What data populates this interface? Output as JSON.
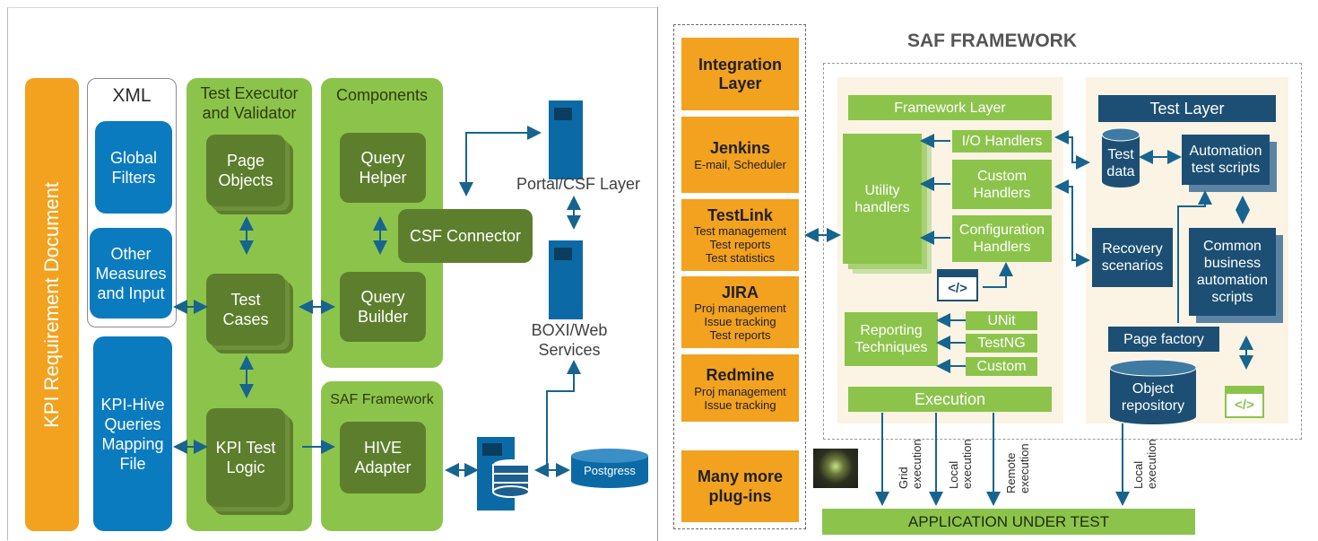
{
  "colors": {
    "blue": "#0b7bbf",
    "light_green": "#8cc44b",
    "dark_green": "#5d7f2d",
    "navy": "#1c4f73",
    "orange": "#f2a21f",
    "cream": "#fbf3e4",
    "arrow": "#17648f"
  },
  "left": {
    "kpi_doc": "KPI Requirement Document",
    "xml_title": "XML",
    "global_filters": "Global Filters",
    "other_measures": "Other Measures and Input",
    "kpi_hive": "KPI-Hive Queries Mapping File",
    "test_exec_title": "Test Executor and Validator",
    "page_objects": "Page Objects",
    "test_cases": "Test Cases",
    "kpi_test_logic": "KPI Test Logic",
    "components_title": "Components",
    "query_helper": "Query Helper",
    "query_builder": "Query Builder",
    "csf_connector": "CSF Connector",
    "saf_framework_title": "SAF Framework",
    "hive_adapter": "HIVE Adapter",
    "portal_csf": "Portal/CSF Layer",
    "boxi": "BOXI/Web Services",
    "postgress": "Postgress"
  },
  "right": {
    "title": "SAF FRAMEWORK",
    "plugins": [
      {
        "title": "Integration Layer",
        "sub": []
      },
      {
        "title": "Jenkins",
        "sub": [
          "E-mail, Scheduler"
        ]
      },
      {
        "title": "TestLink",
        "sub": [
          "Test management",
          "Test reports",
          "Test statistics"
        ]
      },
      {
        "title": "JIRA",
        "sub": [
          "Proj management",
          "Issue tracking",
          "Test reports"
        ]
      },
      {
        "title": "Redmine",
        "sub": [
          "Proj management",
          "Issue tracking"
        ]
      },
      {
        "title": "Many more plug-ins",
        "sub": []
      }
    ],
    "framework_layer": "Framework Layer",
    "utility_handlers": "Utility handlers",
    "io_handlers": "I/O Handlers",
    "custom_handlers": "Custom Handlers",
    "config_handlers": "Configuration Handlers",
    "reporting": "Reporting Techniques",
    "unit": "UNit",
    "testng": "TestNG",
    "custom": "Custom",
    "execution": "Execution",
    "test_layer": "Test Layer",
    "test_data": "Test data",
    "automation_scripts": "Automation test scripts",
    "recovery": "Recovery scenarios",
    "common_scripts": "Common business automation scripts",
    "page_factory": "Page factory",
    "object_repo": "Object repository",
    "grid_exec": "Grid execution",
    "local_exec": "Local execution",
    "remote_exec": "Remote execution",
    "local_exec2": "Local execution",
    "aut": "APPLICATION UNDER TEST",
    "code_glyph": "</>"
  }
}
